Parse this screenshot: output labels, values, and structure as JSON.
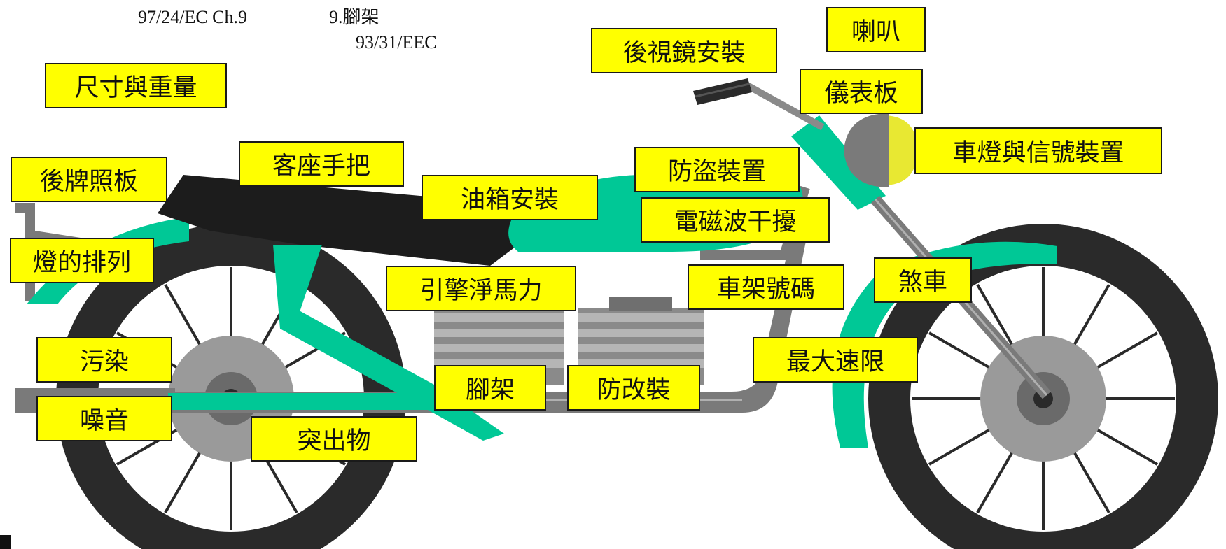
{
  "references": {
    "left": "97/24/EC Ch.9",
    "mid": "9.腳架",
    "mid2": "93/31/EEC"
  },
  "labels": {
    "dimensions_weight": "尺寸與重量",
    "rear_plate": "後牌照板",
    "passenger_handhold": "客座手把",
    "fuel_tank": "油箱安裝",
    "anti_theft": "防盜裝置",
    "emc": "電磁波干擾",
    "mirror": "後視鏡安裝",
    "horn": "喇叭",
    "dashboard": "儀表板",
    "lights_signals": "車燈與信號裝置",
    "lamp_arrangement": "燈的排列",
    "engine_power": "引擎淨馬力",
    "frame_number": "車架號碼",
    "brakes": "煞車",
    "pollution": "污染",
    "stand": "腳架",
    "anti_tamper": "防改裝",
    "max_speed": "最大速限",
    "noise": "噪音",
    "projections": "突出物"
  },
  "colors": {
    "label_bg": "#ffff00",
    "accent": "#00c896",
    "tire": "#2a2a2a",
    "metal": "#7a7a7a",
    "headlight": "#e8e832"
  }
}
